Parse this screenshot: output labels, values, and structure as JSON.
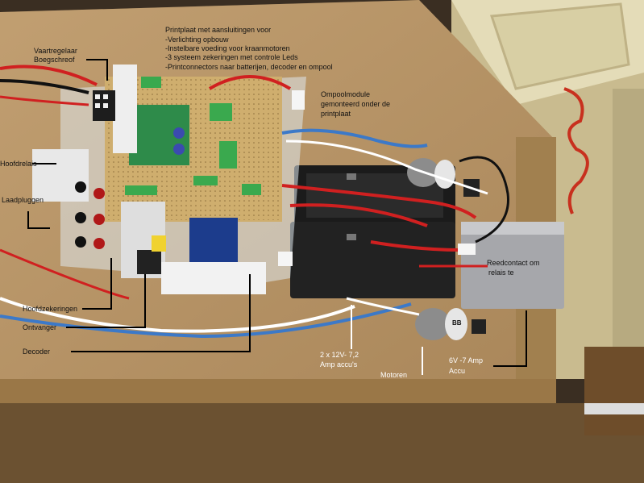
{
  "labels": {
    "pcb_title": "Printplaat met aansluitingen voor",
    "pcb_line1": "-Verlichting opbouw",
    "pcb_line2": "-Instelbare voeding voor kraanmotoren",
    "pcb_line3": "-3 systeem zekeringen met controle Leds",
    "pcb_line4": "-Printconnectors naar batterijen, decoder en ompool",
    "vaart_1": "Vaartregelaar",
    "vaart_2": "Boegschreof",
    "ompool_1": "Ompoolmodule",
    "ompool_2": "gemonteerd onder de",
    "ompool_3": "printplaat",
    "hoofdrelais": "Hoofdrelais",
    "laadpluggen": "Laadpluggen",
    "hoofdzekeringen": "Hoofdzekeringen",
    "ontvanger": "Ontvanger",
    "decoder": "Decoder",
    "reed_1": "Reedcontact om",
    "reed_2": "relais te",
    "accu12_1": "2 x 12V- 7,2",
    "accu12_2": "Amp accu's",
    "motoren": "Motoren",
    "accu6_1": "6V -7 Amp",
    "accu6_2": "Accu",
    "bb": "BB"
  }
}
